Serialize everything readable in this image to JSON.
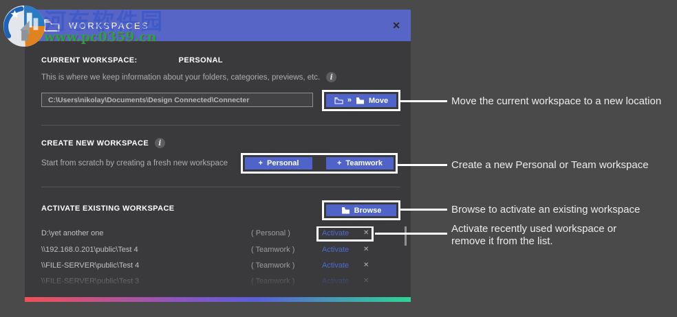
{
  "watermark": {
    "site_name": "河东软件园",
    "site_url": "www.pc0359.cn"
  },
  "icons": {
    "close": "✕",
    "remove": "✕",
    "chevrons": "»",
    "info": "i"
  },
  "dialog": {
    "title": "WORKSPACES",
    "current_workspace": {
      "label": "CURRENT WORKSPACE:",
      "value": "PERSONAL",
      "description": "This is where we keep information about your folders, categories, previews, etc.",
      "path_value": "C:\\Users\\nikolay\\Documents\\Design Connected\\Connecter",
      "move_label": "Move"
    },
    "create_new": {
      "label": "CREATE NEW WORKSPACE",
      "description": "Start from scratch by creating a fresh new workspace",
      "personal_plus": "+",
      "personal_label": "Personal",
      "teamwork_plus": "+",
      "teamwork_label": "Teamwork"
    },
    "activate_existing": {
      "label": "ACTIVATE EXISTING WORKSPACE",
      "browse_label": "Browse",
      "rows": [
        {
          "path": "D:\\yet another one",
          "type": "( Personal )",
          "action": "Activate"
        },
        {
          "path": "\\\\192.168.0.201\\public\\Test 4",
          "type": "( Teamwork )",
          "action": "Activate"
        },
        {
          "path": "\\\\FILE-SERVER\\public\\Test 4",
          "type": "( Teamwork )",
          "action": "Activate"
        },
        {
          "path": "\\\\FILE-SERVER\\public\\Test 3",
          "type": "( Teamwork )",
          "action": "Activate"
        }
      ]
    }
  },
  "annotations": {
    "move": "Move the current workspace to a new location",
    "create": "Create a new Personal or Team workspace",
    "browse": "Browse to activate an existing workspace",
    "activate_line1": "Activate recently used workspace or",
    "activate_line2": "remove it from the list."
  },
  "colors": {
    "page_bg": "#4a4a4b",
    "dialog_bg": "#3a3a3c",
    "titlebar": "#5766c6",
    "button_blue": "#5063c8",
    "activate_link": "#4a6cd4",
    "highlight_outline": "#ffffff",
    "watermark_url_green": "#2f9e44",
    "rainbow": [
      "#f05156",
      "#8d55c0",
      "#5a5fd6",
      "#2fd495"
    ]
  }
}
